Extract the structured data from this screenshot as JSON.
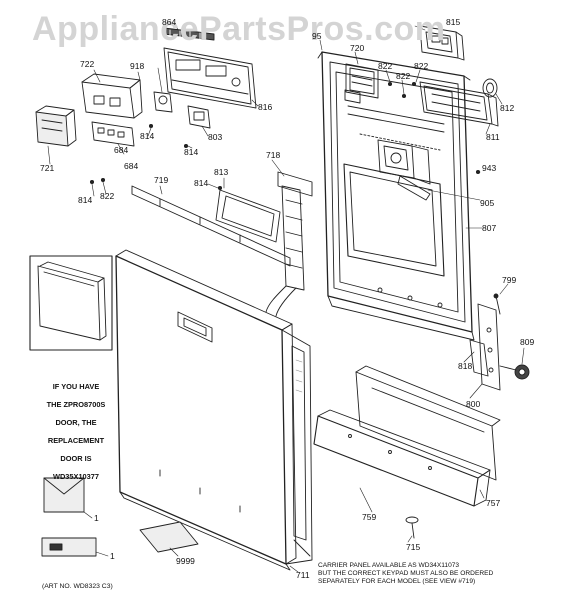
{
  "watermark": "AppliancePartsPros.com",
  "labels": [
    "864",
    "815",
    "95",
    "720",
    "822",
    "822",
    "822",
    "722",
    "918",
    "812",
    "816",
    "811",
    "814",
    "684",
    "803",
    "814",
    "684",
    "721",
    "813",
    "718",
    "943",
    "719",
    "814",
    "814",
    "822",
    "905",
    "807",
    "799",
    "809",
    "818",
    "800",
    "759",
    "757",
    "715",
    "9999",
    "711",
    "1",
    "1"
  ],
  "note": {
    "lines": [
      "IF YOU HAVE",
      "THE ZPRO8700S",
      "DOOR, THE",
      "REPLACEMENT",
      "DOOR IS",
      "WD35X10377"
    ]
  },
  "footer": {
    "lines": [
      "CARRIER PANEL AVAILABLE AS WD34X11073",
      "BUT THE CORRECT KEYPAD MUST ALSO BE ORDERED",
      "SEPARATELY FOR EACH MODEL (SEE VIEW #719)"
    ]
  },
  "art_number": "(ART NO. WD8323 C3)"
}
